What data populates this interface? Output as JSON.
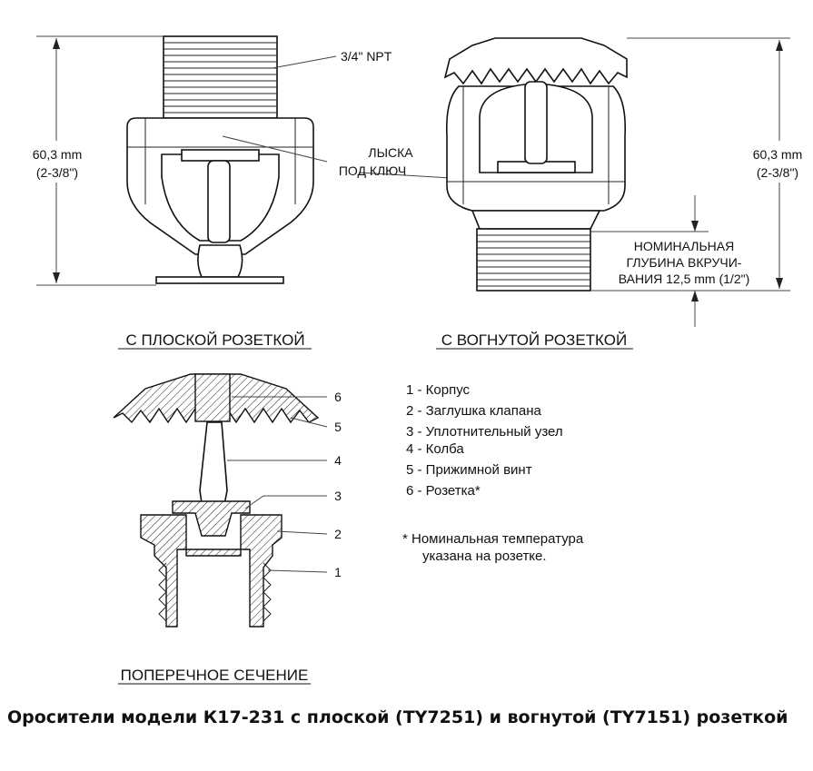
{
  "labels": {
    "npt": "3/4\"  NPT",
    "height_left_mm": "60,3 mm",
    "height_left_in": "(2-3/8\")",
    "height_right_mm": "60,3 mm",
    "height_right_in": "(2-3/8\")",
    "wrench_flat_1": "ЛЫСКА",
    "wrench_flat_2": "ПОД КЛЮЧ",
    "thread_depth_1": "НОМИНАЛЬНАЯ",
    "thread_depth_2": "ГЛУБИНА ВКРУЧИ-",
    "thread_depth_3": "ВАНИЯ 12,5 mm (1/2\")"
  },
  "captions": {
    "flat": "С ПЛОСКОЙ РОЗЕТКОЙ",
    "concave": "С ВОГНУТОЙ РОЗЕТКОЙ",
    "section": "ПОПЕРЕЧНОЕ СЕЧЕНИЕ"
  },
  "callouts": [
    "6",
    "5",
    "4",
    "3",
    "2",
    "1"
  ],
  "legend": [
    "1 - Корпус",
    "2 - Заглушка клапана",
    "3 - Уплотнительный узел",
    "4 - Колба",
    "5 - Прижимной винт",
    "6 - Розетка*"
  ],
  "note": {
    "line1": "* Номинальная температура",
    "line2": "указана на розетке."
  },
  "title": "Оросители модели К17-231 с плоской (TY7251) и вогнутой (TY7151) розеткой"
}
